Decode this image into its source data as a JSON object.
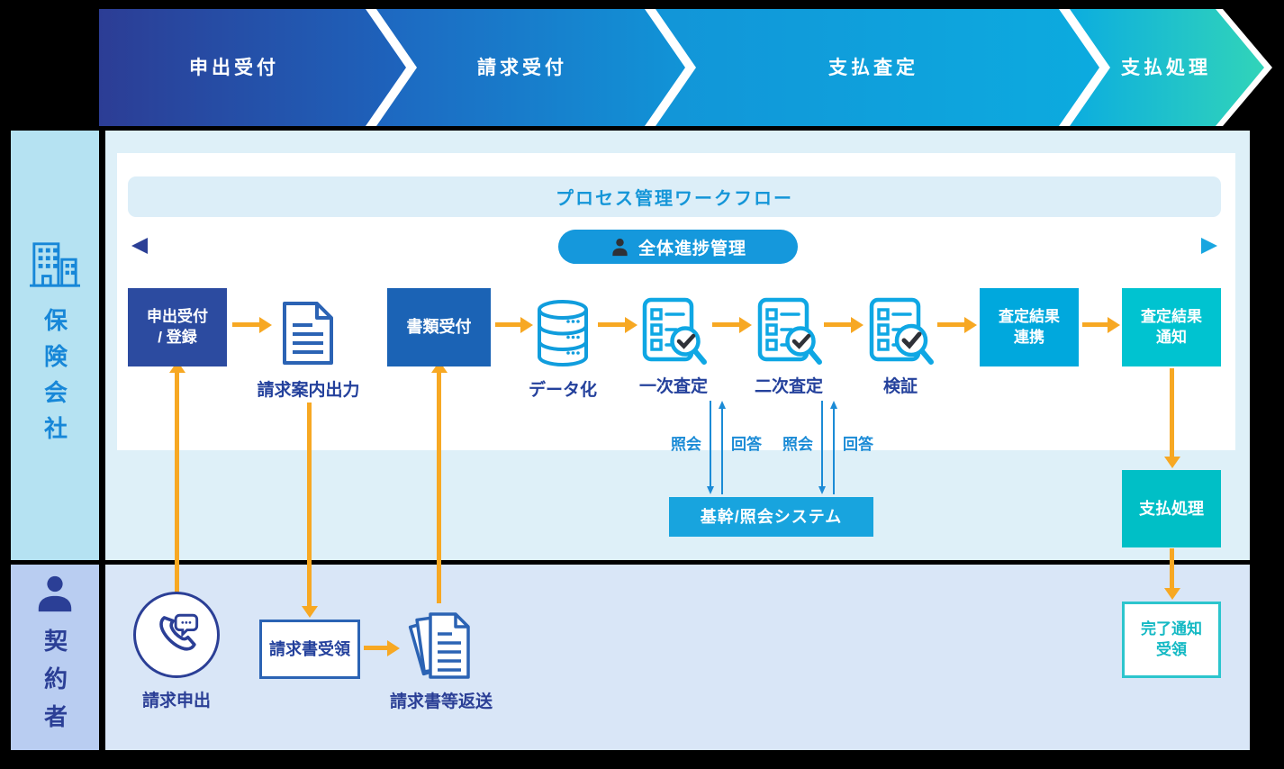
{
  "phases": [
    "申出受付",
    "請求受付",
    "支払査定",
    "支払処理"
  ],
  "lanes": {
    "insurer": {
      "label": "保険会社",
      "workflow_title": "プロセス管理ワークフロー",
      "progress_label": "全体進捗管理",
      "steps": {
        "intake": {
          "line1": "申出受付",
          "line2": "/ 登録"
        },
        "claim_guide_output": "請求案内出力",
        "document_reception": "書類受付",
        "data_entry": "データ化",
        "first_assessment": "一次査定",
        "second_assessment": "二次査定",
        "verification": "検証",
        "assessment_result_link": {
          "line1": "査定結果",
          "line2": "連携"
        },
        "assessment_result_notice": {
          "line1": "査定結果",
          "line2": "通知"
        },
        "payment_processing": "支払処理",
        "core_system": "基幹/照会システム"
      },
      "system_exchanges": [
        {
          "label": "照会",
          "direction": "down"
        },
        {
          "label": "回答",
          "direction": "up"
        },
        {
          "label": "照会",
          "direction": "down"
        },
        {
          "label": "回答",
          "direction": "up"
        }
      ]
    },
    "policyholder": {
      "label": "契約者",
      "steps": {
        "claim_request": "請求申出",
        "invoice_receipt": "請求書受領",
        "invoice_return": "請求書等返送",
        "completion_notice": {
          "line1": "完了通知",
          "line2": "受領"
        }
      }
    }
  },
  "colors": {
    "navy": "#2b3f96",
    "sidebar_insurer_bg": "#b5e2f2",
    "sidebar_policyholder_bg": "#b9cdf1",
    "lane_insurer_bg": "#def0f8",
    "lane_policyholder_bg": "#d9e6f7",
    "insurer_label_blue": "#1787d8",
    "title_strip_bg": "#dceef8",
    "title_blue": "#1596d8",
    "pill_blue": "#1598dc",
    "box_dark_blue": "#2c4ba0",
    "box_blue": "#1b63b5",
    "box_cyan": "#00a8dd",
    "box_teal": "#00c3d0",
    "box_teal_dark": "#00bfc6",
    "system_box_blue": "#18a4de",
    "teal_border": "#2cc5cd",
    "teal_text": "#14b9c4",
    "arrow_orange": "#f7a823",
    "icon_cyan": "#0fa7e4",
    "icon_blue": "#2b63b4",
    "inquiry_blue": "#1b8bd6",
    "step_label_navy": "#24419c"
  }
}
